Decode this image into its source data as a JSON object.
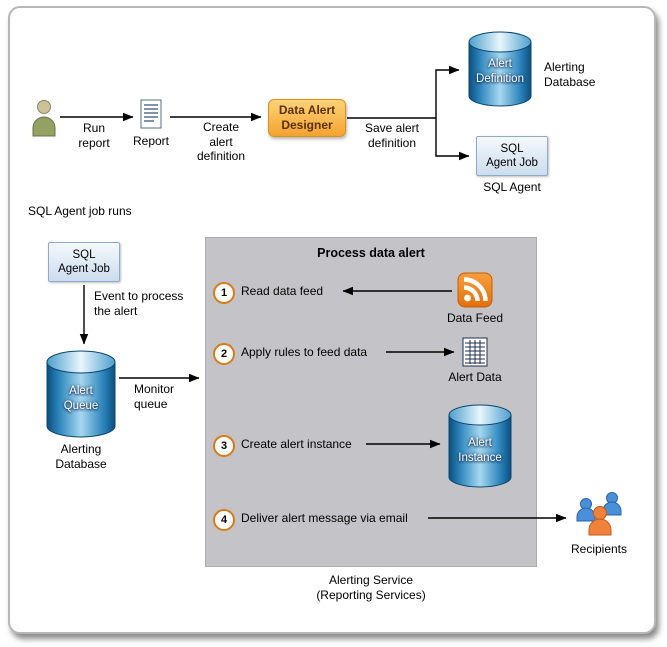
{
  "colors": {
    "designer_fill_top": "#ffd27a",
    "designer_fill_bottom": "#f3a32e",
    "designer_border": "#d8921f",
    "designer_text": "#5a3207",
    "blue_box_fill": "#ccdded",
    "blue_box_border": "#8fa9c9",
    "process_box_fill": "#c4c4c8",
    "cylinder_blue_dark": "#0b4f7e",
    "cylinder_blue_light": "#cdeaf8",
    "step_circle_border": "#d87a16",
    "rss_orange": "#ef8214",
    "arrow": "#000000"
  },
  "icons": {
    "user": "user-icon",
    "report": "report-document-icon",
    "database": "database-cylinder-icon",
    "rss": "rss-feed-icon",
    "grid_document": "alert-data-document-icon",
    "people": "recipients-people-icon"
  },
  "top_flow": {
    "run_report": "Run\nreport",
    "report": "Report",
    "create_alert_definition": "Create\nalert\ndefinition",
    "data_alert_designer": "Data Alert\nDesigner",
    "save_alert_definition": "Save alert\ndefinition",
    "alert_definition": "Alert\nDefinition",
    "alerting_database": "Alerting\nDatabase",
    "sql_agent_job": "SQL\nAgent Job",
    "sql_agent": "SQL Agent"
  },
  "middle_flow": {
    "sql_agent_job_runs": "SQL Agent job runs",
    "sql_agent_job": "SQL\nAgent Job",
    "event_to_process": "Event to process\nthe alert",
    "alert_queue": "Alert\nQueue",
    "alerting_database": "Alerting\nDatabase",
    "monitor_queue": "Monitor\nqueue"
  },
  "process_box": {
    "title": "Process data alert",
    "steps": [
      {
        "num": "1",
        "label": "Read data feed"
      },
      {
        "num": "2",
        "label": "Apply rules to feed data"
      },
      {
        "num": "3",
        "label": "Create alert instance"
      },
      {
        "num": "4",
        "label": "Deliver alert message via email"
      }
    ],
    "data_feed": "Data Feed",
    "alert_data": "Alert Data",
    "alert_instance": "Alert\nInstance",
    "recipients": "Recipients"
  },
  "footer": {
    "caption": "Alerting Service\n(Reporting Services)"
  }
}
